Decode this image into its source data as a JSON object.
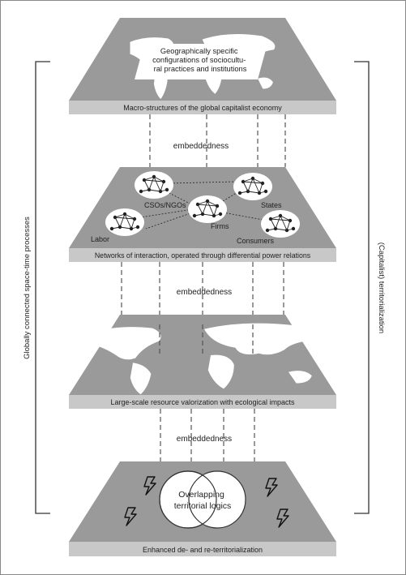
{
  "layers": [
    {
      "label": "Macro-structures of the global capitalist economy",
      "overlay_text": [
        "Geographically specific",
        "configurations of sociocultu-",
        "ral practices and institutions"
      ]
    },
    {
      "label": "Networks of interaction, operated through differential power relations"
    },
    {
      "label": "Large-scale resource valorization with ecological impacts"
    },
    {
      "label": "Enhanced de- and re-territorialization",
      "center_text": [
        "Overlapping",
        "territorial logics"
      ]
    }
  ],
  "embeddedness": [
    "embeddedness",
    "embeddedness",
    "embeddedness"
  ],
  "actors": [
    "CSOs/NGOs",
    "States",
    "Firms",
    "Labor",
    "Consumers"
  ],
  "side_labels": {
    "left": "Globally connected space-time processes",
    "right": "(Capitalist) territorialization"
  },
  "icons": {
    "lightning": "lightning-bolt-icon",
    "network": "network-graph-icon",
    "map": "world-map-icon"
  },
  "colors": {
    "plate_top": "#9a9a9a",
    "plate_front": "#c8c8c8",
    "map_land": "#ffffff",
    "dashed": "#555555"
  }
}
